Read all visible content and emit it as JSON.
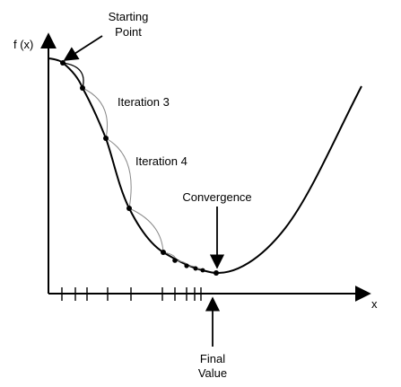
{
  "diagram": {
    "labels": {
      "y_axis": "f (x)",
      "x_axis": "x",
      "starting_point_line1": "Starting",
      "starting_point_line2": "Point",
      "iteration3": "Iteration 3",
      "iteration4": "Iteration 4",
      "convergence": "Convergence",
      "final_value_line1": "Final",
      "final_value_line2": "Value"
    },
    "colors": {
      "curve": "#000000",
      "chord": "#888888",
      "background": "#ffffff"
    }
  }
}
